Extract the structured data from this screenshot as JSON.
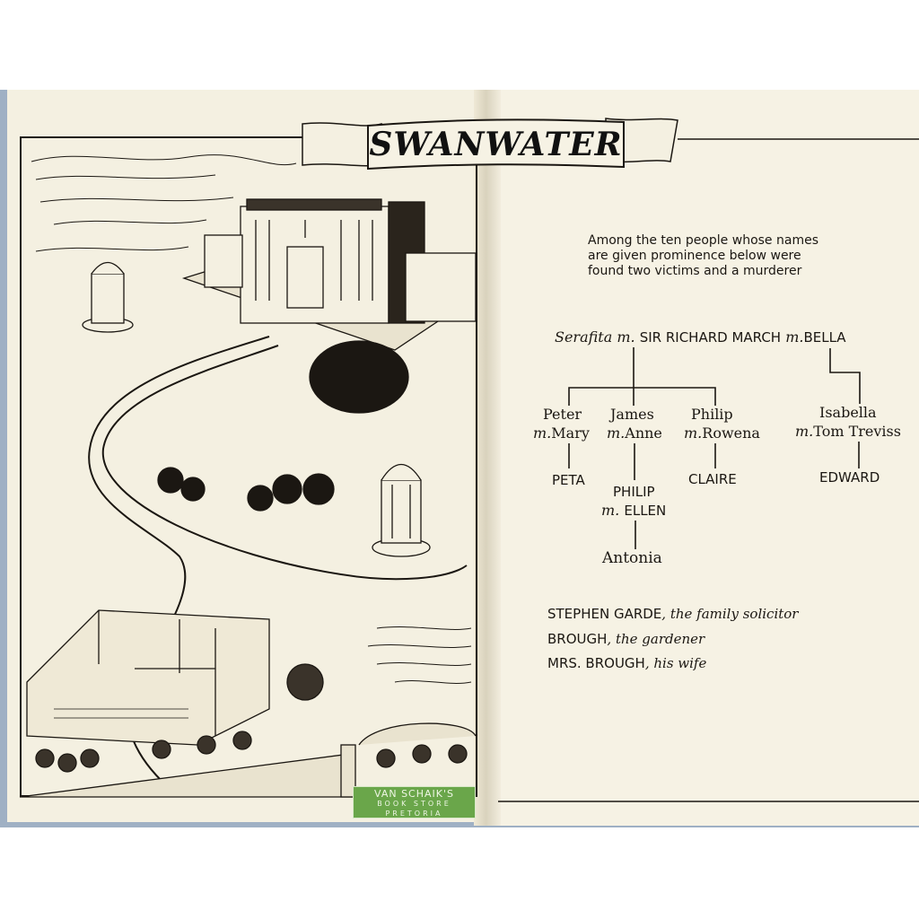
{
  "map": {
    "title": "SWANWATER",
    "sticker": {
      "line1": "VAN SCHAIK'S",
      "line2": "BOOK STORE",
      "line3": "PRETORIA"
    }
  },
  "intro": [
    "Among the ten people whose names",
    "are given prominence below were",
    "found two victims and a murderer"
  ],
  "tree": {
    "serafita": "Serafita",
    "m": "m.",
    "richard": "SIR RICHARD MARCH",
    "bella": "BELLA",
    "peter": "Peter",
    "mary": "Mary",
    "james": "James",
    "anne": "Anne",
    "philip": "Philip",
    "rowena": "Rowena",
    "isabella": "Isabella",
    "tom": "Tom Treviss",
    "peta": "PETA",
    "philip2": "PHILIP",
    "ellen": "ELLEN",
    "claire": "CLAIRE",
    "edward": "EDWARD",
    "antonia": "Antonia"
  },
  "others": [
    {
      "name": "STEPHEN GARDE",
      "role": ", the family solicitor"
    },
    {
      "name": "BROUGH",
      "role": ", the gardener"
    },
    {
      "name": "MRS. BROUGH",
      "role": ", his wife"
    }
  ]
}
